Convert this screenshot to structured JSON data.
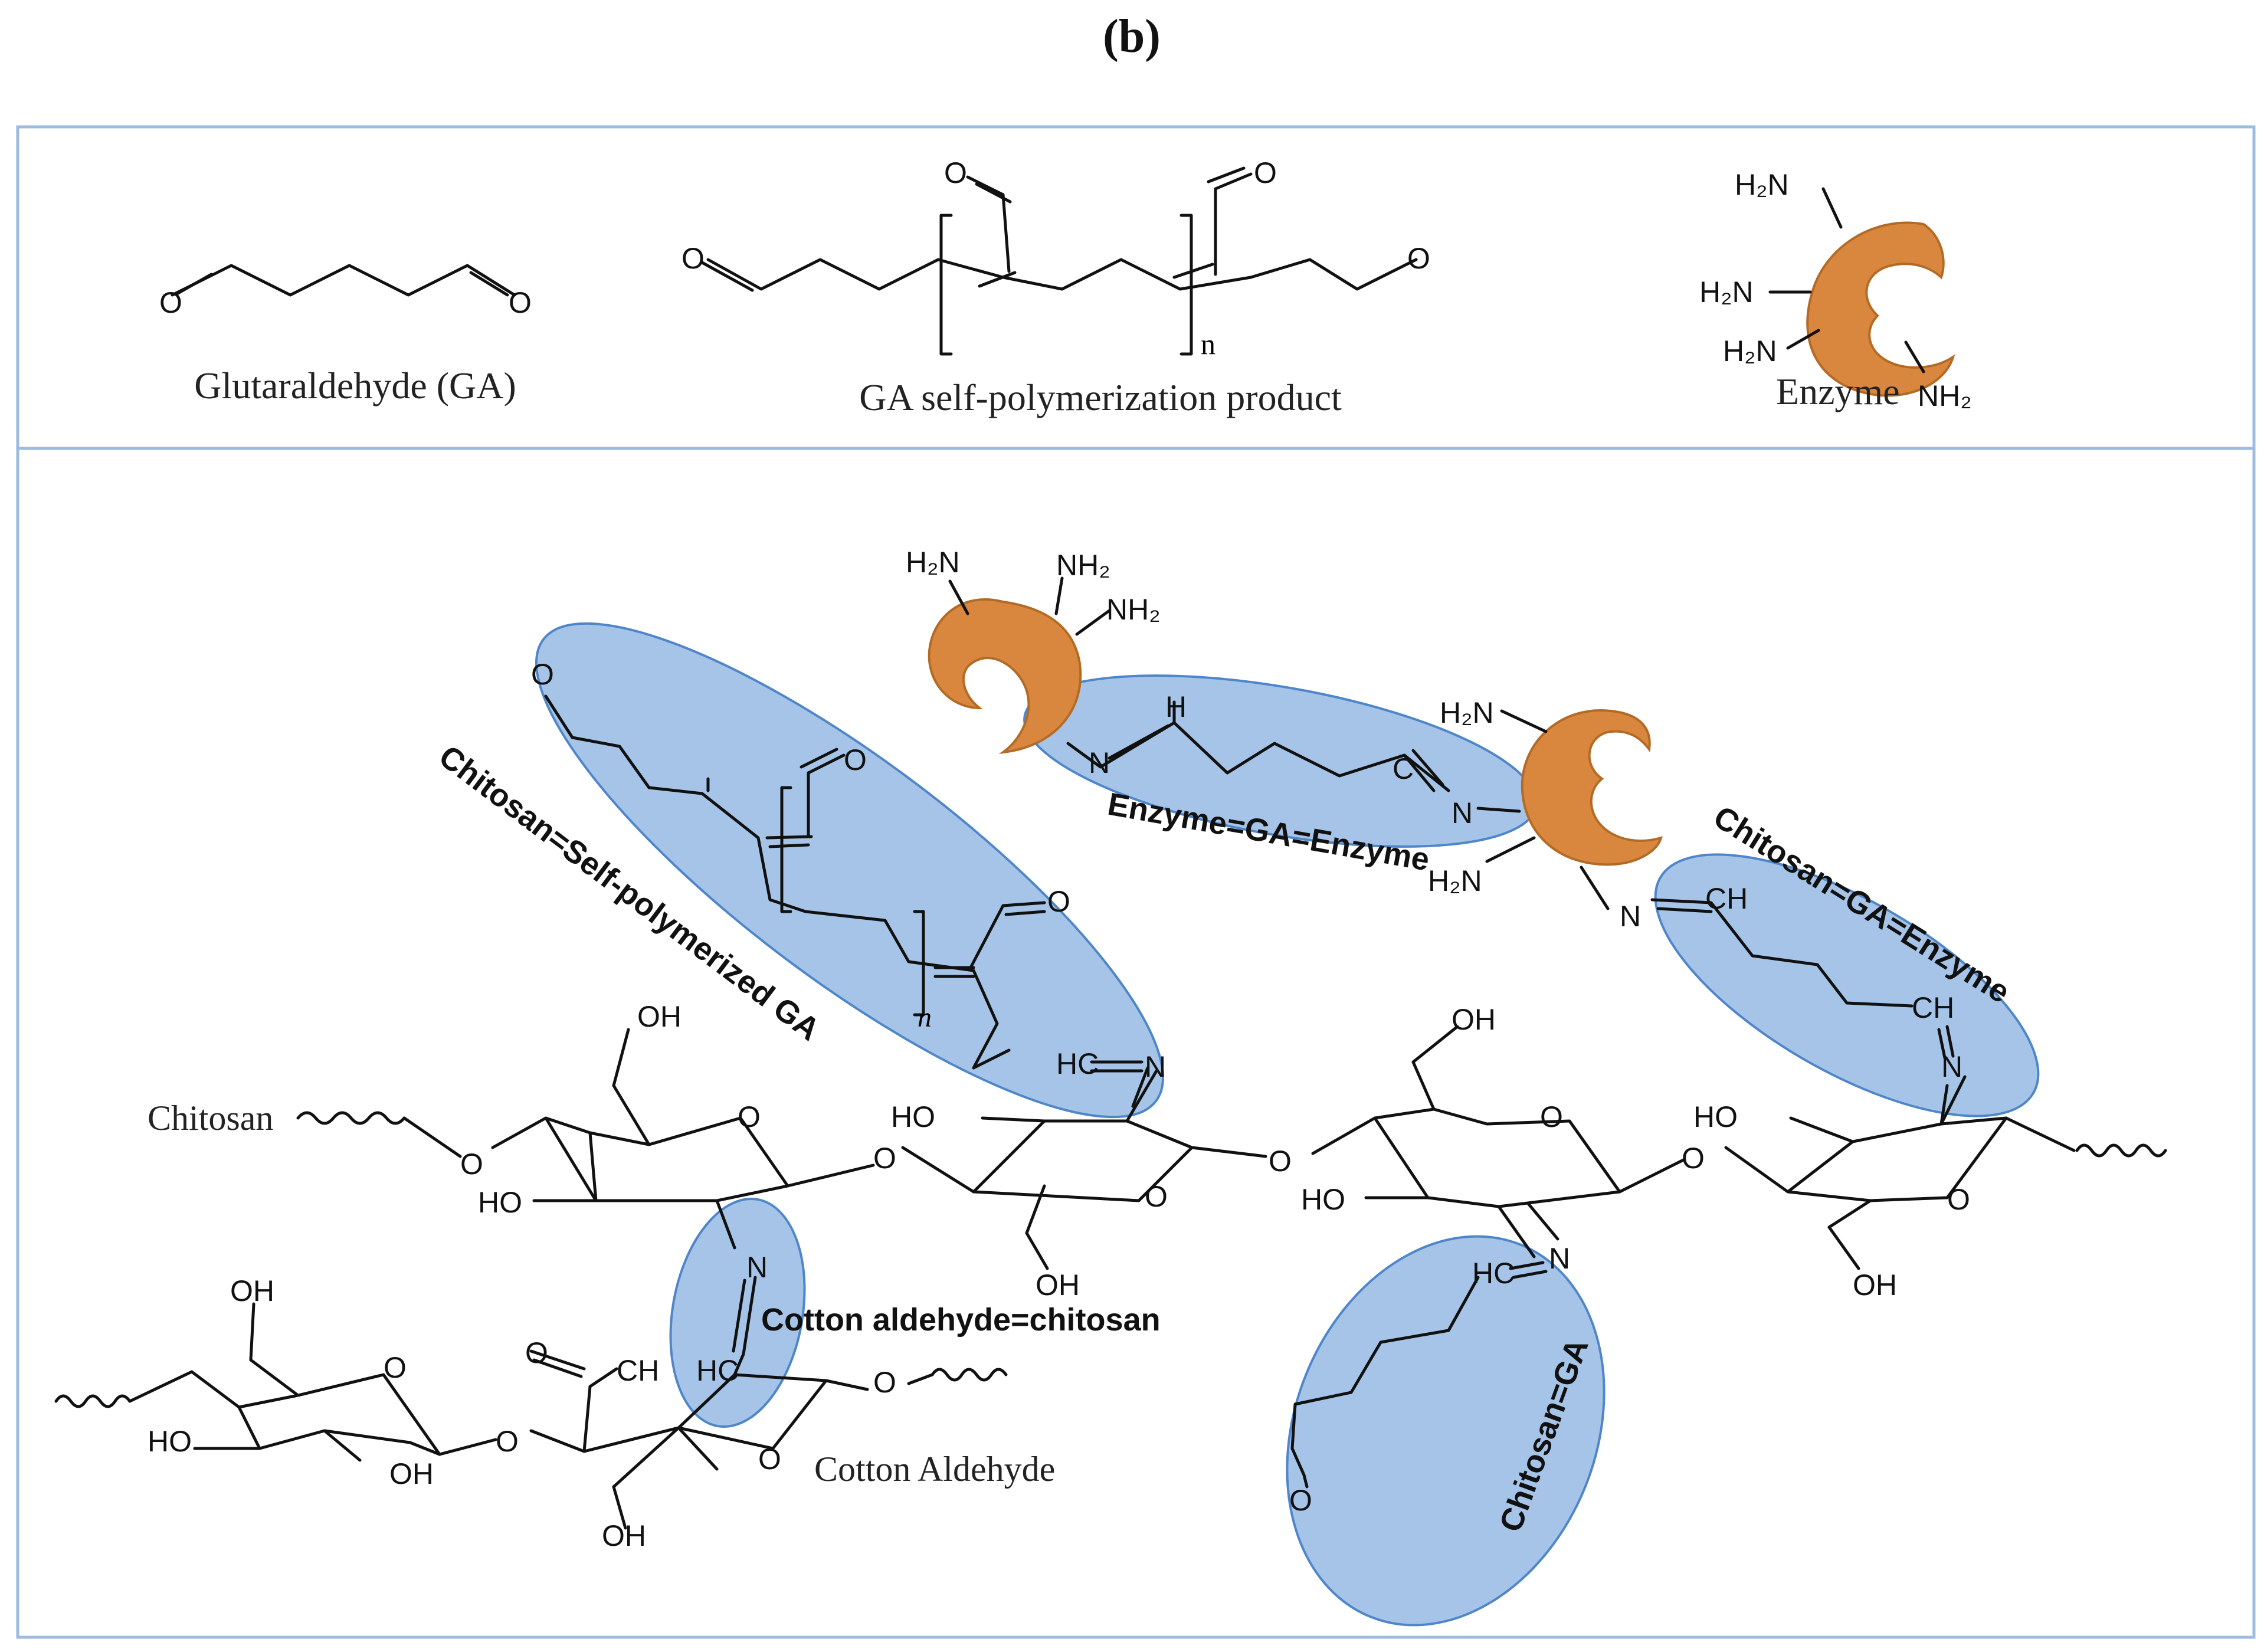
{
  "panel_label": "(b)",
  "legend": {
    "glutaraldehyde_caption": "Glutaraldehyde (GA)",
    "polymer_caption": "GA self-polymerization product",
    "polymer_subscript": "n",
    "enzyme_caption": "Enzyme",
    "amine_label": "H₂N",
    "amine_label_right": "NH₂"
  },
  "regions": {
    "self_polymerized": "Chitosan=Self-polymerized GA",
    "enzyme_ga_enzyme": "Enzyme=GA=Enzyme",
    "chitosan_ga_enzyme": "Chitosan=GA=Enzyme",
    "cotton_aldehyde_chitosan": "Cotton aldehyde=chitosan",
    "chitosan_ga": "Chitosan=GA"
  },
  "labels": {
    "chitosan": "Chitosan",
    "cotton_aldehyde": "Cotton Aldehyde",
    "O": "O",
    "N": "N",
    "H": "H",
    "OH": "OH",
    "HO": "HO",
    "CH": "CH",
    "HC": "HC",
    "NH2": "NH₂",
    "H2N": "H₂N",
    "n": "n"
  },
  "colors": {
    "oval_fill": "#6f9fd8",
    "enzyme_fill": "#d9873e",
    "frame": "#9dbbe0"
  }
}
